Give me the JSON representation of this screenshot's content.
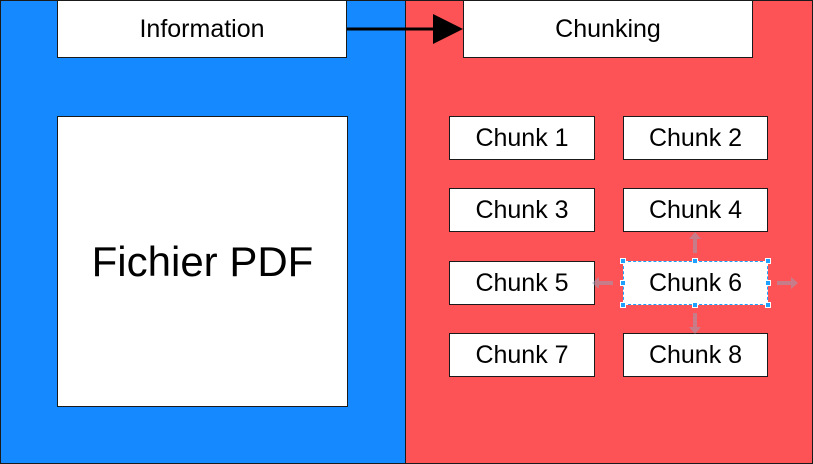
{
  "colors": {
    "left_panel": "#1589ff",
    "right_panel": "#fd5356",
    "selection": "#1ea0ff"
  },
  "left": {
    "title": "Information",
    "pdf_label": "Fichier PDF"
  },
  "right": {
    "title": "Chunking",
    "chunks": [
      "Chunk 1",
      "Chunk 2",
      "Chunk 3",
      "Chunk 4",
      "Chunk 5",
      "Chunk 6",
      "Chunk 7",
      "Chunk 8"
    ],
    "selected_chunk": "Chunk 6"
  }
}
